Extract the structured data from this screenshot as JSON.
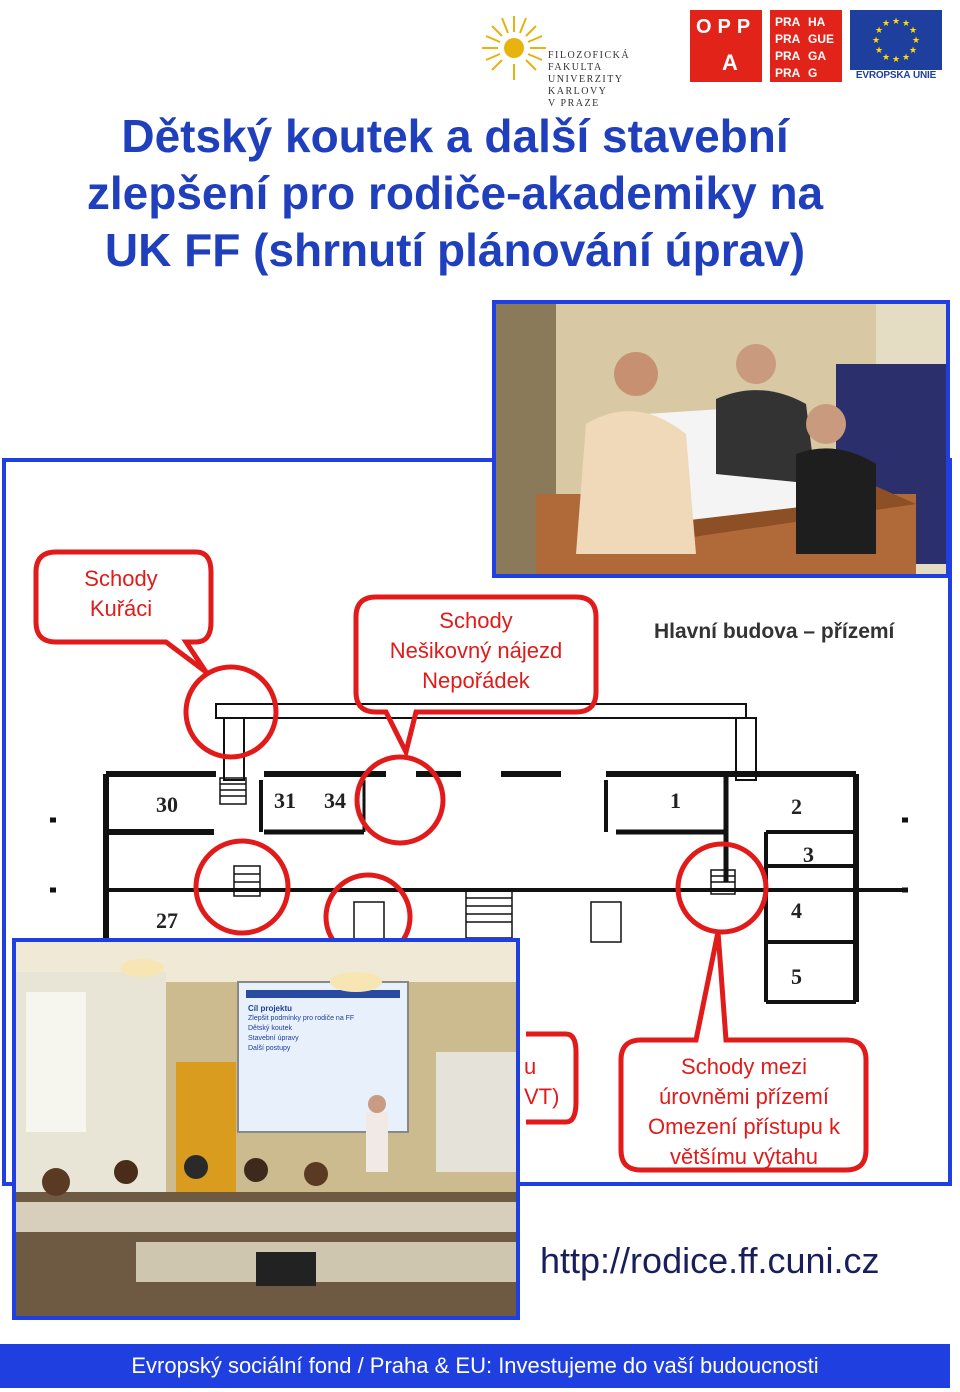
{
  "logos": {
    "faculty": [
      "FILOZOFICKÁ FAKULTA",
      "UNIVERZITY KARLOVY",
      "V PRAZE"
    ],
    "opp_top": "OPP",
    "opp_bottom": "A",
    "prague_col1": [
      "PRA",
      "PRA",
      "PRA",
      "PRA"
    ],
    "prague_col2": [
      "HA",
      "GUE",
      "GA",
      "G"
    ],
    "eu_caption": "EVROPSKÁ UNIE"
  },
  "title": {
    "line1": "Dětský koutek a další stavební",
    "line2": "zlepšení pro rodiče-akademiky na",
    "line3": "UK FF (shrnutí plánování úprav)"
  },
  "floorplan": {
    "heading": "Hlavní budova – přízemí",
    "rooms": [
      "30",
      "31",
      "34",
      "1",
      "2",
      "3",
      "4",
      "5",
      "27"
    ],
    "callouts": {
      "smokers": [
        "Schody",
        "Kuřáci"
      ],
      "ramp": [
        "Schody",
        "Nešikovný nájezd",
        "Nepořádek"
      ],
      "partial": [
        "u",
        "VT)"
      ],
      "elevator": [
        "Schody mezi",
        "úrovněmi přízemí",
        "Omezení přístupu k",
        "většímu výtahu"
      ]
    }
  },
  "slide": {
    "title": "Cíl projektu",
    "lines": [
      "Zlepšit podmínky pro rodiče na FF",
      "Dětský koutek",
      "Stavební úpravy",
      "Další postupy"
    ]
  },
  "url": "http://rodice.ff.cuni.cz",
  "footer": "Evropský sociální fond / Praha & EU: Investujeme do vaší budoucnosti",
  "colors": {
    "accent": "#1f3fe0",
    "title": "#1f3fbd",
    "callout": "#e11a1a"
  }
}
